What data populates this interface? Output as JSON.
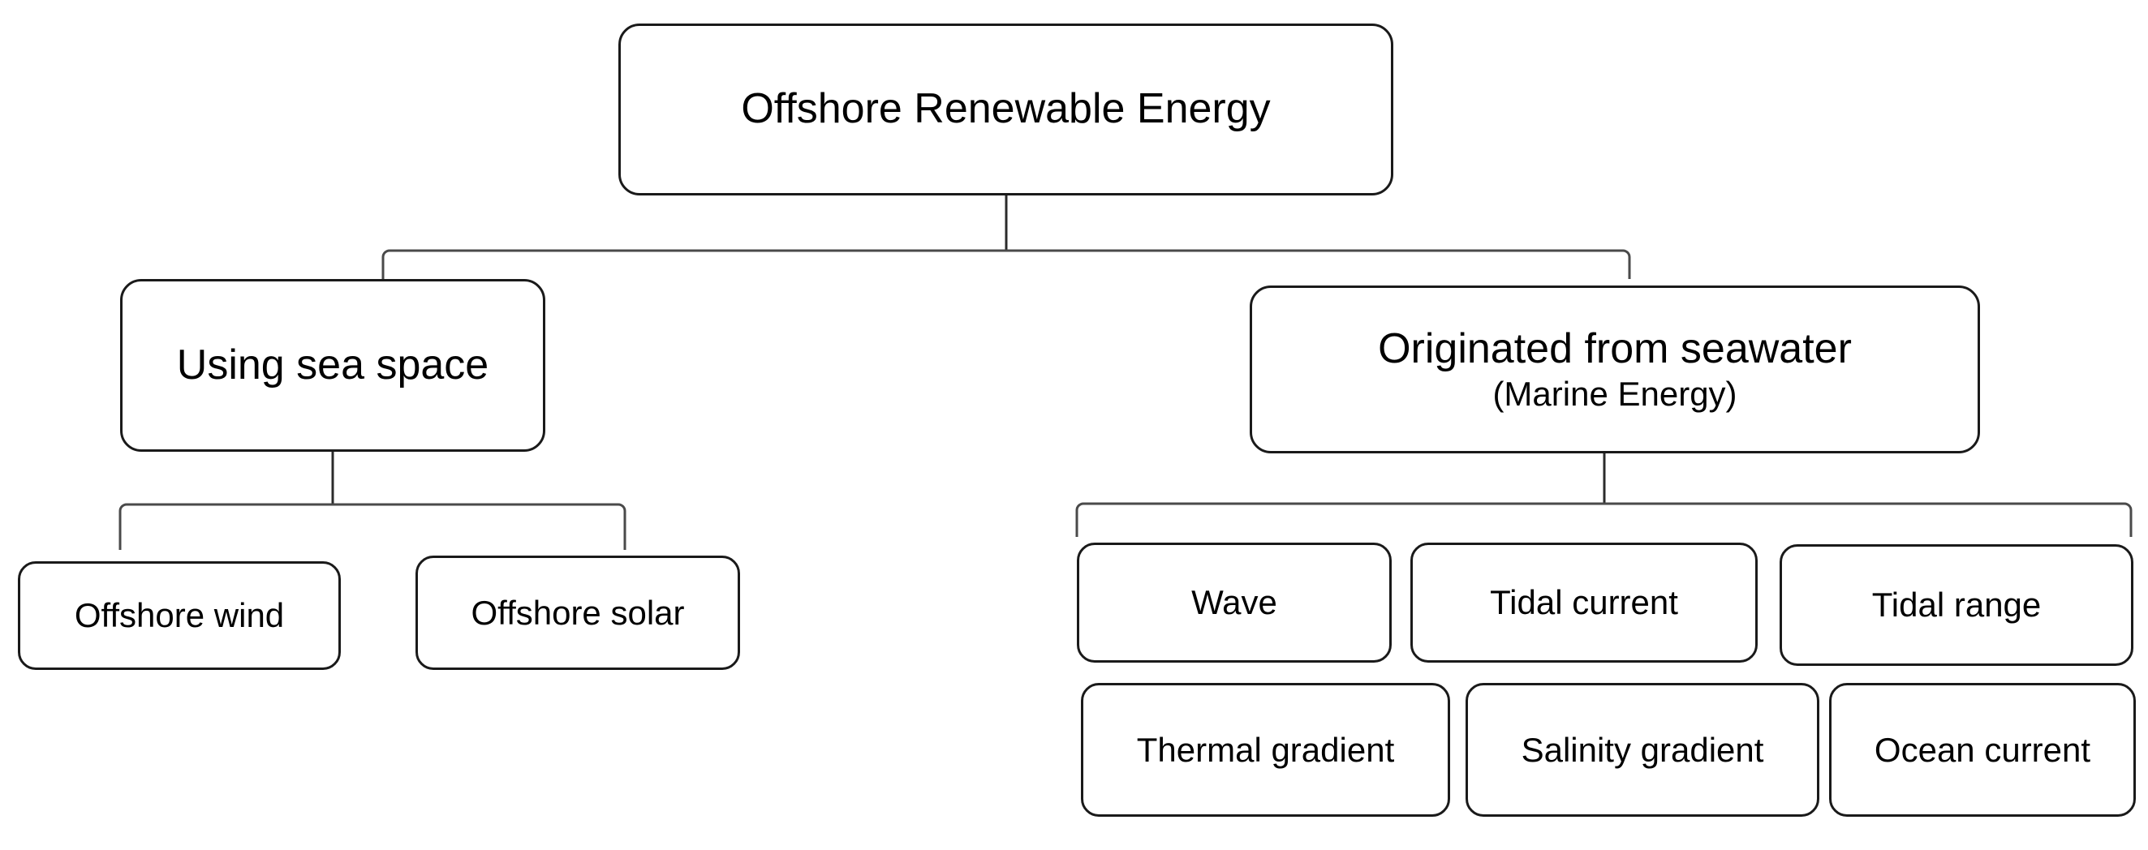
{
  "diagram": {
    "title": "Offshore Renewable Energy classification tree",
    "background_color": "#ffffff",
    "line_color": "#1a1a1a",
    "text_color": "#000000"
  },
  "nodes": {
    "root": {
      "label": "Offshore Renewable Energy"
    },
    "sea_space": {
      "label": "Using sea space"
    },
    "seawater": {
      "line_1": "Originated from seawater",
      "line_2": "(Marine Energy)"
    },
    "offshore_wind": {
      "label": "Offshore wind"
    },
    "offshore_solar": {
      "label": "Offshore solar"
    },
    "wave": {
      "label": "Wave"
    },
    "tidal_current": {
      "label": "Tidal current"
    },
    "tidal_range": {
      "label": "Tidal range"
    },
    "thermal_gradient": {
      "label": "Thermal gradient"
    },
    "salinity_gradient": {
      "label": "Salinity gradient"
    },
    "ocean_current": {
      "label": "Ocean current"
    }
  },
  "hierarchy": [
    {
      "parent": "Offshore Renewable Energy",
      "children": [
        "Using sea space",
        "Originated from seawater (Marine Energy)"
      ]
    },
    {
      "parent": "Using sea space",
      "children": [
        "Offshore wind",
        "Offshore solar"
      ]
    },
    {
      "parent": "Originated from seawater (Marine Energy)",
      "children": [
        "Wave",
        "Tidal current",
        "Tidal range",
        "Thermal gradient",
        "Salinity gradient",
        "Ocean current"
      ]
    }
  ]
}
